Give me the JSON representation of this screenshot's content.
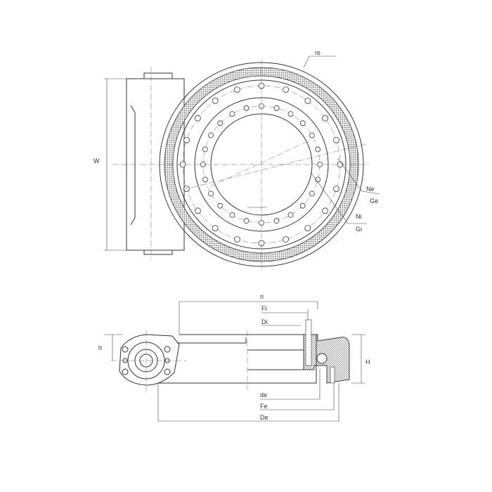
{
  "labels": {
    "re": "re",
    "W": "W",
    "Ne": "Ne",
    "Ge": "Ge",
    "Ni": "Ni",
    "Gi": "Gi",
    "ri": "ri",
    "Fi": "Fi",
    "Di": "Di",
    "h": "h",
    "H": "H",
    "de": "de",
    "Fe": "Fe",
    "De": "De"
  },
  "counts": {
    "outer_holes": 20,
    "inner_holes": 24
  },
  "colors": {
    "line": "#333333",
    "hatch": "#888888"
  }
}
